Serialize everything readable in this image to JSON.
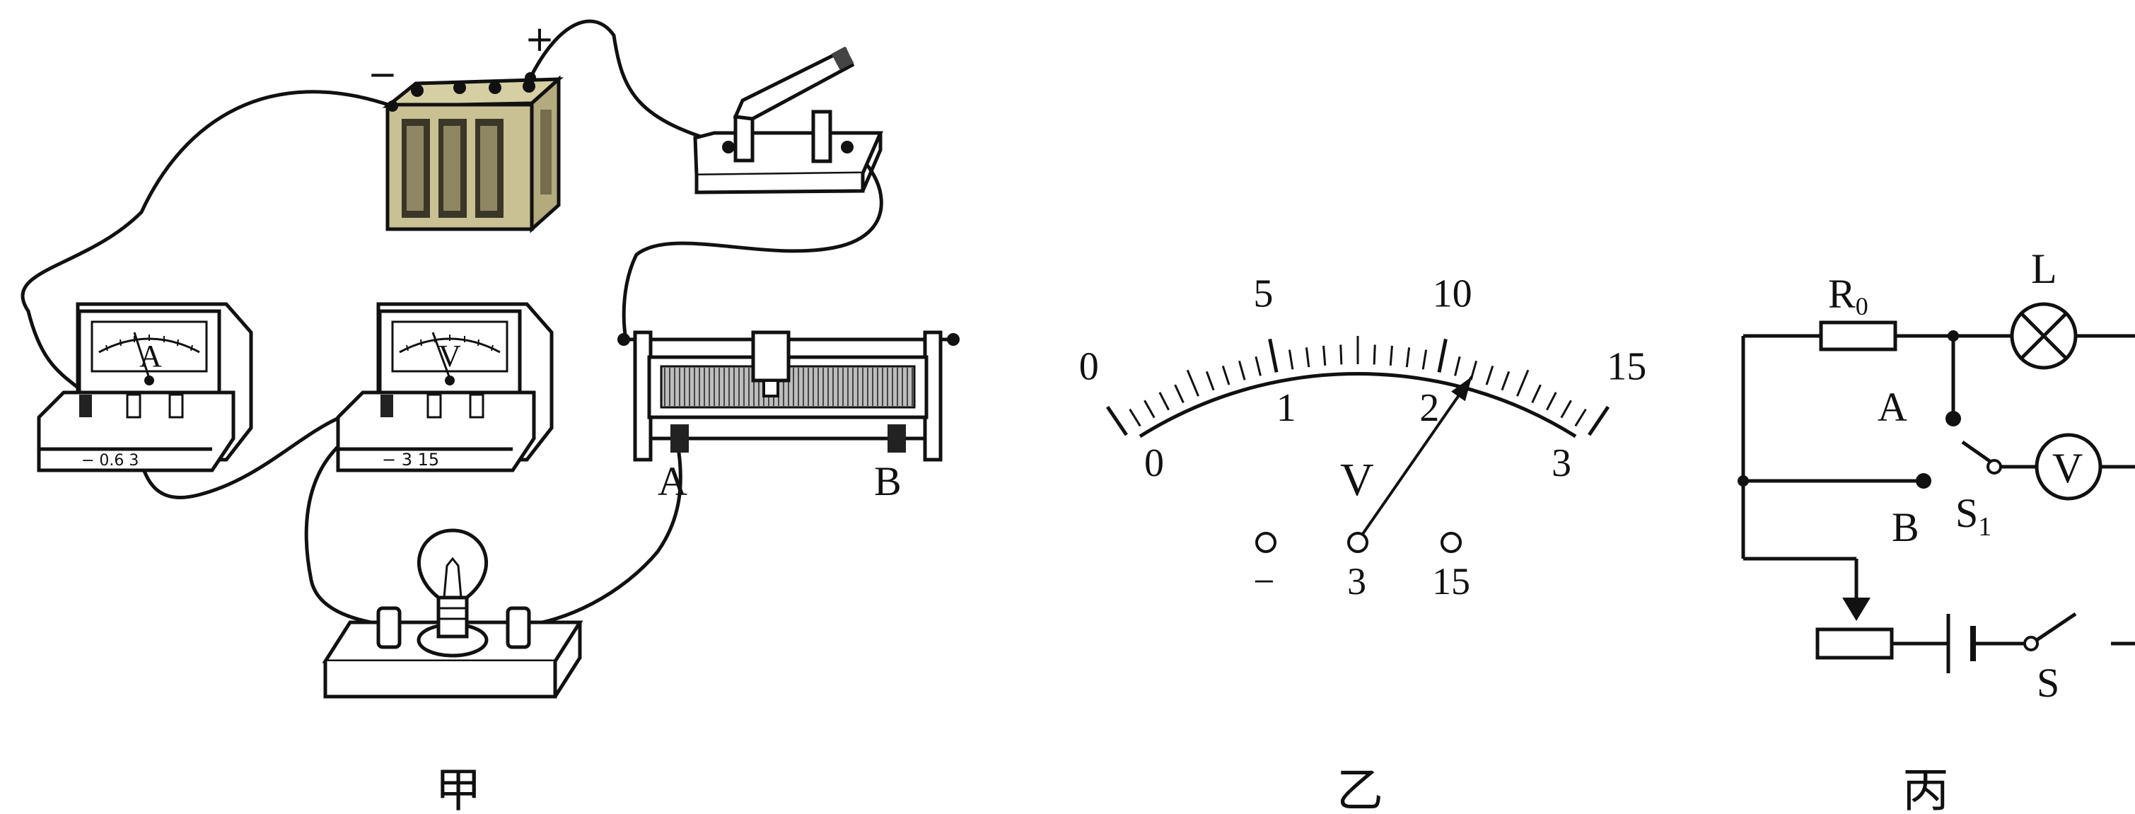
{
  "figure_jia": {
    "caption": "甲",
    "battery": {
      "minus_label": "−",
      "plus_label": "+"
    },
    "ammeter": {
      "letter": "A",
      "terminal_labels": "− 0.6 3"
    },
    "voltmeter": {
      "letter": "V",
      "terminal_labels": "− 3 15"
    },
    "rheostat": {
      "terminal_a": "A",
      "terminal_b": "B"
    }
  },
  "figure_yi": {
    "caption": "乙",
    "outer_scale": [
      "0",
      "5",
      "10",
      "15"
    ],
    "inner_scale": [
      "0",
      "1",
      "2",
      "3"
    ],
    "unit_letter": "V",
    "terminals": [
      "−",
      "3",
      "15"
    ],
    "pointer_reading": 2.2,
    "pointer_range_max": 3
  },
  "figure_bing": {
    "caption": "丙",
    "r0": {
      "main": "R",
      "sub": "0"
    },
    "lamp_label": "L",
    "voltmeter_letter": "V",
    "node_a": "A",
    "node_b": "B",
    "s1": {
      "main": "S",
      "sub": "1"
    },
    "s_label": "S"
  }
}
